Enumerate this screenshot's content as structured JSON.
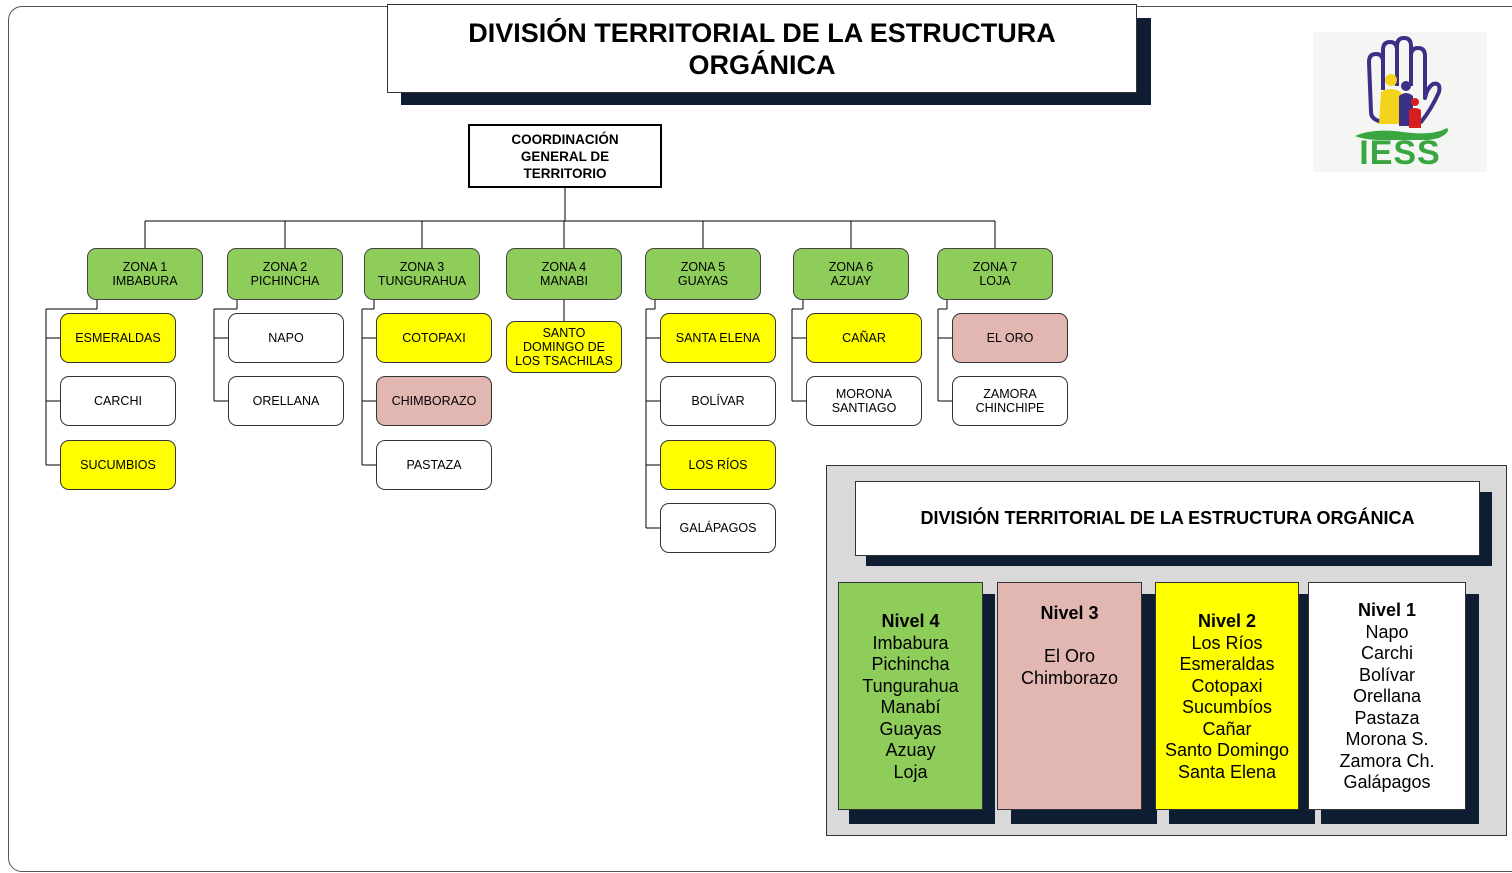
{
  "title": "DIVISIÓN TERRITORIAL DE LA ESTRUCTURA\nORGÁNICA",
  "logo": {
    "text": "IESS",
    "icon": "iess-hand-family-icon"
  },
  "root": "COORDINACIÓN\nGENERAL DE\nTERRITORIO",
  "colors": {
    "zone": "#8fcd5b",
    "nivel4": "#8fcd5b",
    "nivel3": "#e2b7b2",
    "nivel2": "#ffff00",
    "nivel1": "#ffffff",
    "shadow": "#0f1d33"
  },
  "zones": [
    {
      "label": "ZONA 1\nIMBABURA",
      "children": [
        {
          "label": "ESMERALDAS",
          "color": "yellow"
        },
        {
          "label": "CARCHI",
          "color": "white"
        },
        {
          "label": "SUCUMBIOS",
          "color": "yellow"
        }
      ]
    },
    {
      "label": "ZONA 2\nPICHINCHA",
      "children": [
        {
          "label": "NAPO",
          "color": "white"
        },
        {
          "label": "ORELLANA",
          "color": "white"
        }
      ]
    },
    {
      "label": "ZONA 3\nTUNGURAHUA",
      "children": [
        {
          "label": "COTOPAXI",
          "color": "yellow"
        },
        {
          "label": "CHIMBORAZO",
          "color": "pink"
        },
        {
          "label": "PASTAZA",
          "color": "white"
        }
      ]
    },
    {
      "label": "ZONA 4\nMANABI",
      "children": [
        {
          "label": "SANTO\nDOMINGO DE\nLOS TSACHILAS",
          "color": "yellow"
        }
      ]
    },
    {
      "label": "ZONA 5\nGUAYAS",
      "children": [
        {
          "label": "SANTA ELENA",
          "color": "yellow"
        },
        {
          "label": "BOLÍVAR",
          "color": "white"
        },
        {
          "label": "LOS RÍOS",
          "color": "yellow"
        },
        {
          "label": "GALÁPAGOS",
          "color": "white"
        }
      ]
    },
    {
      "label": "ZONA 6\nAZUAY",
      "children": [
        {
          "label": "CAÑAR",
          "color": "yellow"
        },
        {
          "label": "MORONA\nSANTIAGO",
          "color": "white"
        }
      ]
    },
    {
      "label": "ZONA 7\nLOJA",
      "children": [
        {
          "label": "EL ORO",
          "color": "pink"
        },
        {
          "label": "ZAMORA\nCHINCHIPE",
          "color": "white"
        }
      ]
    }
  ],
  "legend": {
    "title": "DIVISIÓN TERRITORIAL DE LA ESTRUCTURA ORGÁNICA",
    "levels": [
      {
        "name": "Nivel 4",
        "items": "Imbabura\nPichincha\nTungurahua\nManabí\nGuayas\nAzuay\nLoja",
        "color": "nivel4"
      },
      {
        "name": "Nivel 3",
        "items": "\nEl Oro\nChimborazo",
        "color": "nivel3"
      },
      {
        "name": "Nivel 2",
        "items": "Los Ríos\nEsmeraldas\nCotopaxi\nSucumbíos\nCañar\nSanto Domingo\nSanta Elena",
        "color": "nivel2"
      },
      {
        "name": "Nivel 1",
        "items": "Napo\nCarchi\nBolívar\nOrellana\nPastaza\nMorona S.\nZamora Ch.\nGalápagos",
        "color": "nivel1"
      }
    ]
  }
}
